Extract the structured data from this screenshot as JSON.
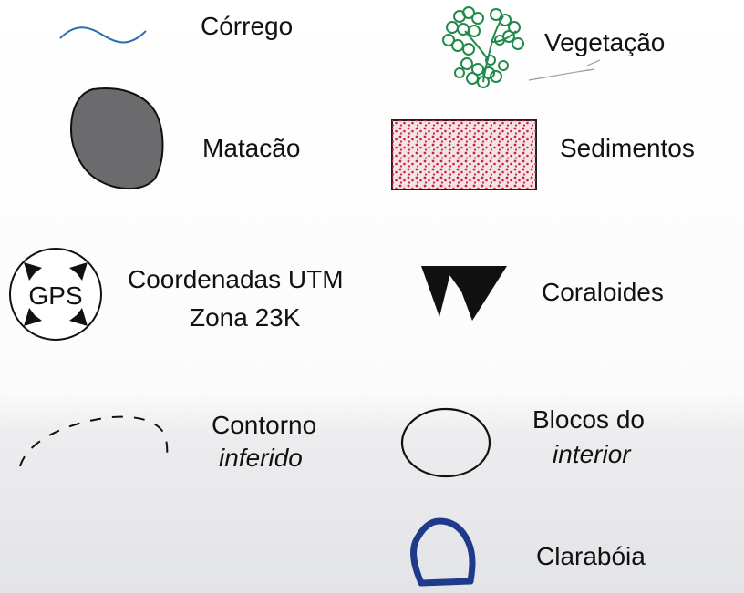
{
  "legend": {
    "items": [
      {
        "label": "Córrego",
        "symbol": "stream-line"
      },
      {
        "label": "Vegetação",
        "symbol": "vegetation-cluster"
      },
      {
        "label": "Matacão",
        "symbol": "boulder-shape"
      },
      {
        "label": "Sedimentos",
        "symbol": "sediment-pattern"
      },
      {
        "label_line1": "Coordenadas UTM",
        "label_line2": "Zona 23K",
        "symbol": "gps-marker",
        "symbol_text": "GPS"
      },
      {
        "label": "Coraloides",
        "symbol": "coraloid-triangles"
      },
      {
        "label_line1": "Contorno",
        "label_line2": "inferido",
        "symbol": "dashed-contour"
      },
      {
        "label_line1": "Blocos do",
        "label_line2": "interior",
        "symbol": "outline-ellipse"
      },
      {
        "label": "Clarabóia",
        "symbol": "skylight-outline"
      }
    ]
  },
  "colors": {
    "stream": "#2a6fb0",
    "vegetation": "#1f8a4a",
    "boulder_fill": "#6b6b6d",
    "sediment_dots": "#c8233a",
    "skylight": "#1f3a8a",
    "ink": "#111111"
  }
}
